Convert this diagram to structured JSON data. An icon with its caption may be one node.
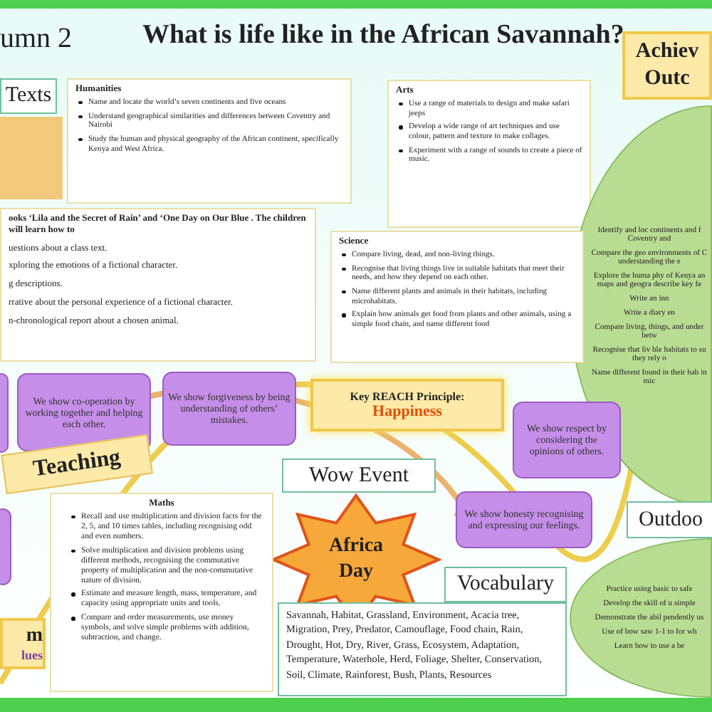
{
  "diagram": {
    "title": "What is life like in the African Savannah?",
    "nodes": [
      {
        "text": [
          "Texts"
        ]
      },
      {
        "text": [
          "Humanities",
          "Name and locate the world’s seven continents and five oceans",
          "Understand geographical similarities and differences between Coventry and Nairobi",
          "Study the human and physical geography of the African continent, specifically Kenya and West Africa."
        ]
      },
      {
        "text": [
          "Arts",
          "Use a range of materials to design and make safari jeeps",
          "Develop a wide range of art techniques and use colour, pattern and texture to make collages.",
          "Experiment with a range of sounds to create a piece of music."
        ]
      },
      {
        "text": [
          "Achiev Outc"
        ]
      },
      {
        "text": [
          "Identify and loc continents and f Coventry and",
          "Compare the geo environments of C understanding the e",
          "Explore the huma phy of Kenya an maps and geogra describe key fe",
          "Write an inn",
          "Write a diary en",
          "Compare living, things, and under betw",
          "Recognise that liv ble habitats to su they rely o",
          "Name different found in their hab in mic"
        ]
      },
      {
        "text": [
          "ooks ‘Lila and the Secret of Rain’ and ‘One Day on Our Blue . The children will learn how to",
          "uestions about a class text.",
          "xploring the emotions of a fictional character.",
          "g descriptions.",
          "rrative about the personal experience of a fictional character.",
          "n-chronological report about a chosen animal."
        ]
      },
      {
        "text": [
          "Science",
          "Compare living, dead, and non-living things.",
          "Recognise that living things live in suitable habitats that meet their needs, and how they depend on each other.",
          "Name different plants and animals in their habitats, including microhabitats.",
          "Explain how animals get food from plants and other animals, using a simple food chain, and name different food"
        ]
      },
      {
        "text": [],
        "shape": "box"
      },
      {
        "text": [
          "We show co-operation by working together and helping each other."
        ]
      },
      {
        "text": [
          "We show forgiveness by being understanding of others’ mistakes."
        ]
      },
      {
        "text": [
          "Key REACH Principle:",
          "Happiness"
        ]
      },
      {
        "text": [
          "Teaching"
        ]
      },
      {
        "text": [
          "We show respect by considering the opinions of others."
        ]
      },
      {
        "text": [
          "Wow Event"
        ]
      },
      {
        "text": [
          "Africa Day"
        ]
      },
      {
        "text": [
          "We show honesty recognising and expressing our feelings."
        ]
      },
      {
        "text": [
          "Maths",
          "Recall and use multiplication and division facts for the 2, 5, and 10 times tables, including recognising odd and even numbers.",
          "Solve multiplication and division problems using different methods, recognising the commutative property of multiplication and the non-commutative nature of division.",
          "Estimate and measure length, mass, temperature, and capacity using appropriate units and tools.",
          "Compare and order measurements, use money symbols, and solve simple problems with addition, subtraction, and change."
        ]
      },
      {
        "text": [],
        "shape": "box"
      },
      {
        "text": [
          "Outdoo"
        ]
      },
      {
        "text": [
          "Practice using basic to safe",
          "Develop the skill of u simple",
          "Demonstrate the abil pendently us",
          "Use of bow saw 1-1 to for wh",
          "Learn how to use a be"
        ]
      },
      {
        "text": [
          "Vocabulary"
        ]
      },
      {
        "text": [
          "Savannah, Habitat, Grassland, Environment, Acacia tree, Migration, Prey, Predator, Camouflage, Food chain, Rain, Drought, Hot, Dry, River, Grass, Ecosystem, Adaptation, Temperature, Waterhole, Herd, Foliage, Shelter, Conservation, Soil, Climate, Rainforest, Bush, Plants, Resources"
        ]
      },
      {
        "text": [
          "m",
          "lues"
        ]
      }
    ],
    "labels": [
      "umn 2"
    ]
  }
}
